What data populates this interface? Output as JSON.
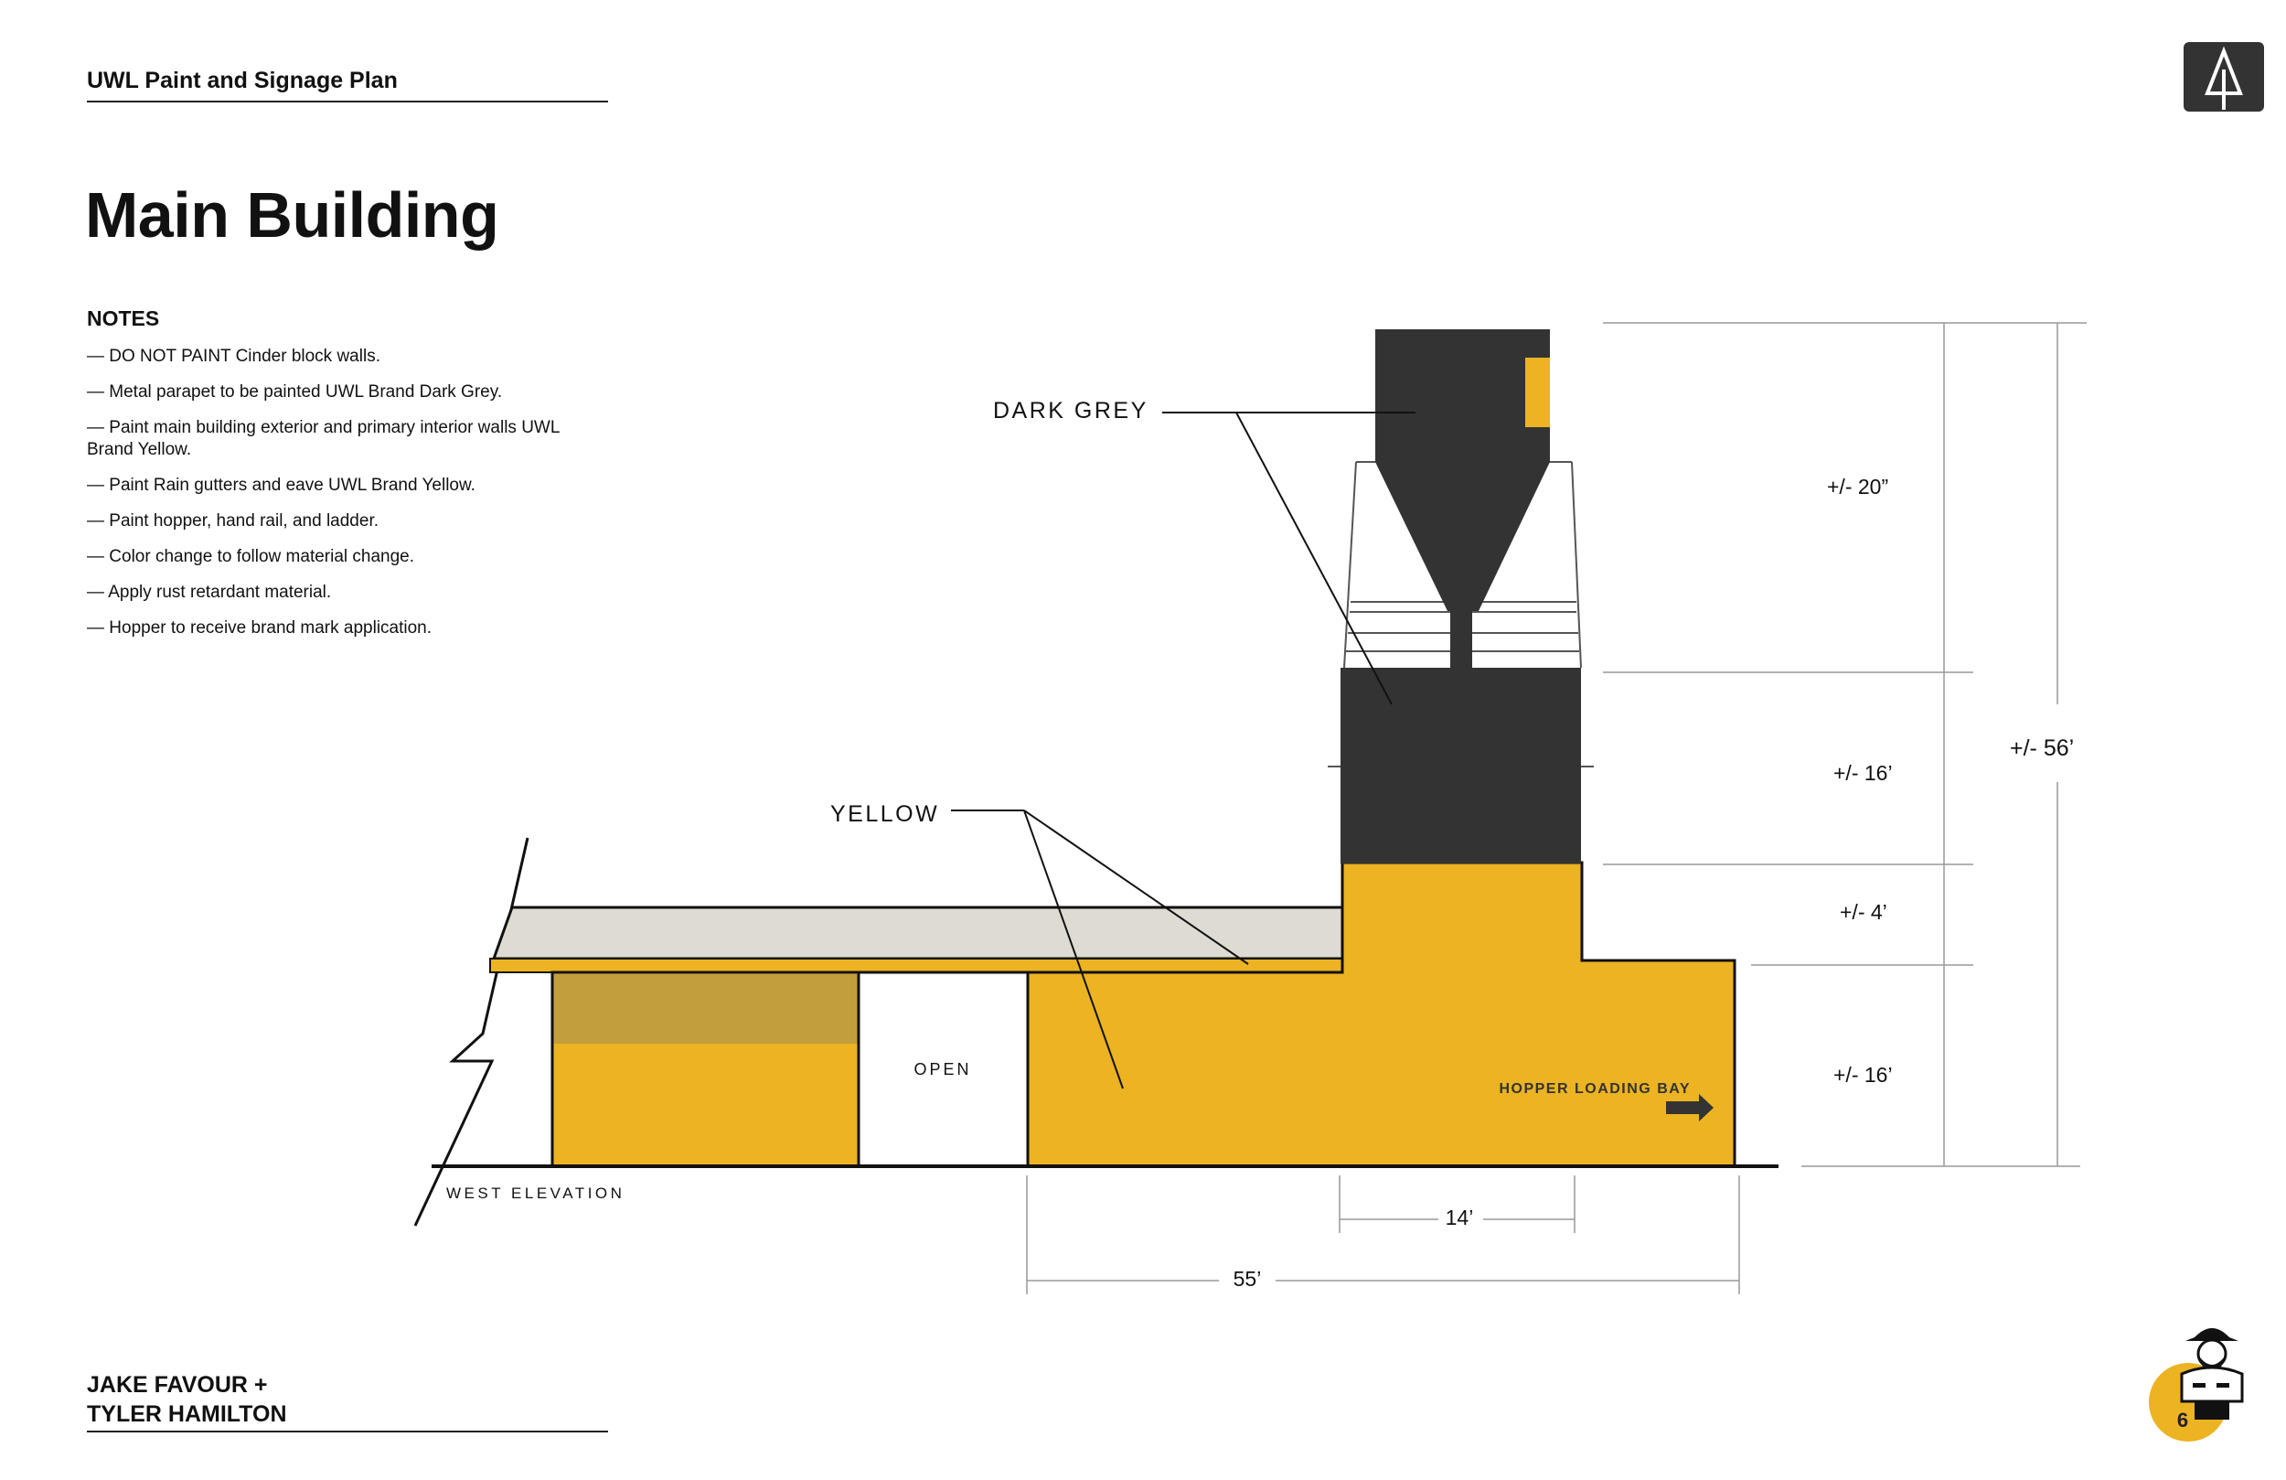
{
  "header": {
    "title": "UWL Paint and Signage Plan"
  },
  "page_title": "Main Building",
  "notes": {
    "heading": "NOTES",
    "items": [
      "— DO NOT PAINT Cinder block walls.",
      "— Metal parapet to be painted UWL Brand Dark Grey.",
      "— Paint main building exterior and primary interior walls UWL Brand Yellow.",
      "— Paint Rain gutters and eave UWL Brand Yellow.",
      "— Paint hopper, hand rail, and ladder.",
      "— Color change to follow material change.",
      "— Apply rust retardant material.",
      "— Hopper to receive brand mark application."
    ]
  },
  "diagram": {
    "callouts": {
      "dark_grey": "DARK GREY",
      "yellow": "YELLOW"
    },
    "labels": {
      "open": "OPEN",
      "hopper_loading_bay": "HOPPER LOADING BAY",
      "west_elevation": "WEST ELEVATION"
    },
    "dimensions": {
      "hopper": "+/- 20”",
      "tower": "+/- 16’",
      "step": "+/- 4’",
      "base": "+/- 16’",
      "total": "+/-  56’",
      "tower_width": "14’",
      "building_width": "55’"
    },
    "icons": {
      "logo": "tree-logo-icon",
      "mascot": "mascot-icon",
      "arrow": "arrow-right-icon"
    },
    "colors": {
      "dark_grey": "#333333",
      "yellow": "#ecb322",
      "parapet": "#dedbd2",
      "yellow_dark": "#c39e3c"
    }
  },
  "footer": {
    "name_line1": "JAKE FAVOUR +",
    "name_line2": "TYLER HAMILTON",
    "page_number": "6"
  }
}
